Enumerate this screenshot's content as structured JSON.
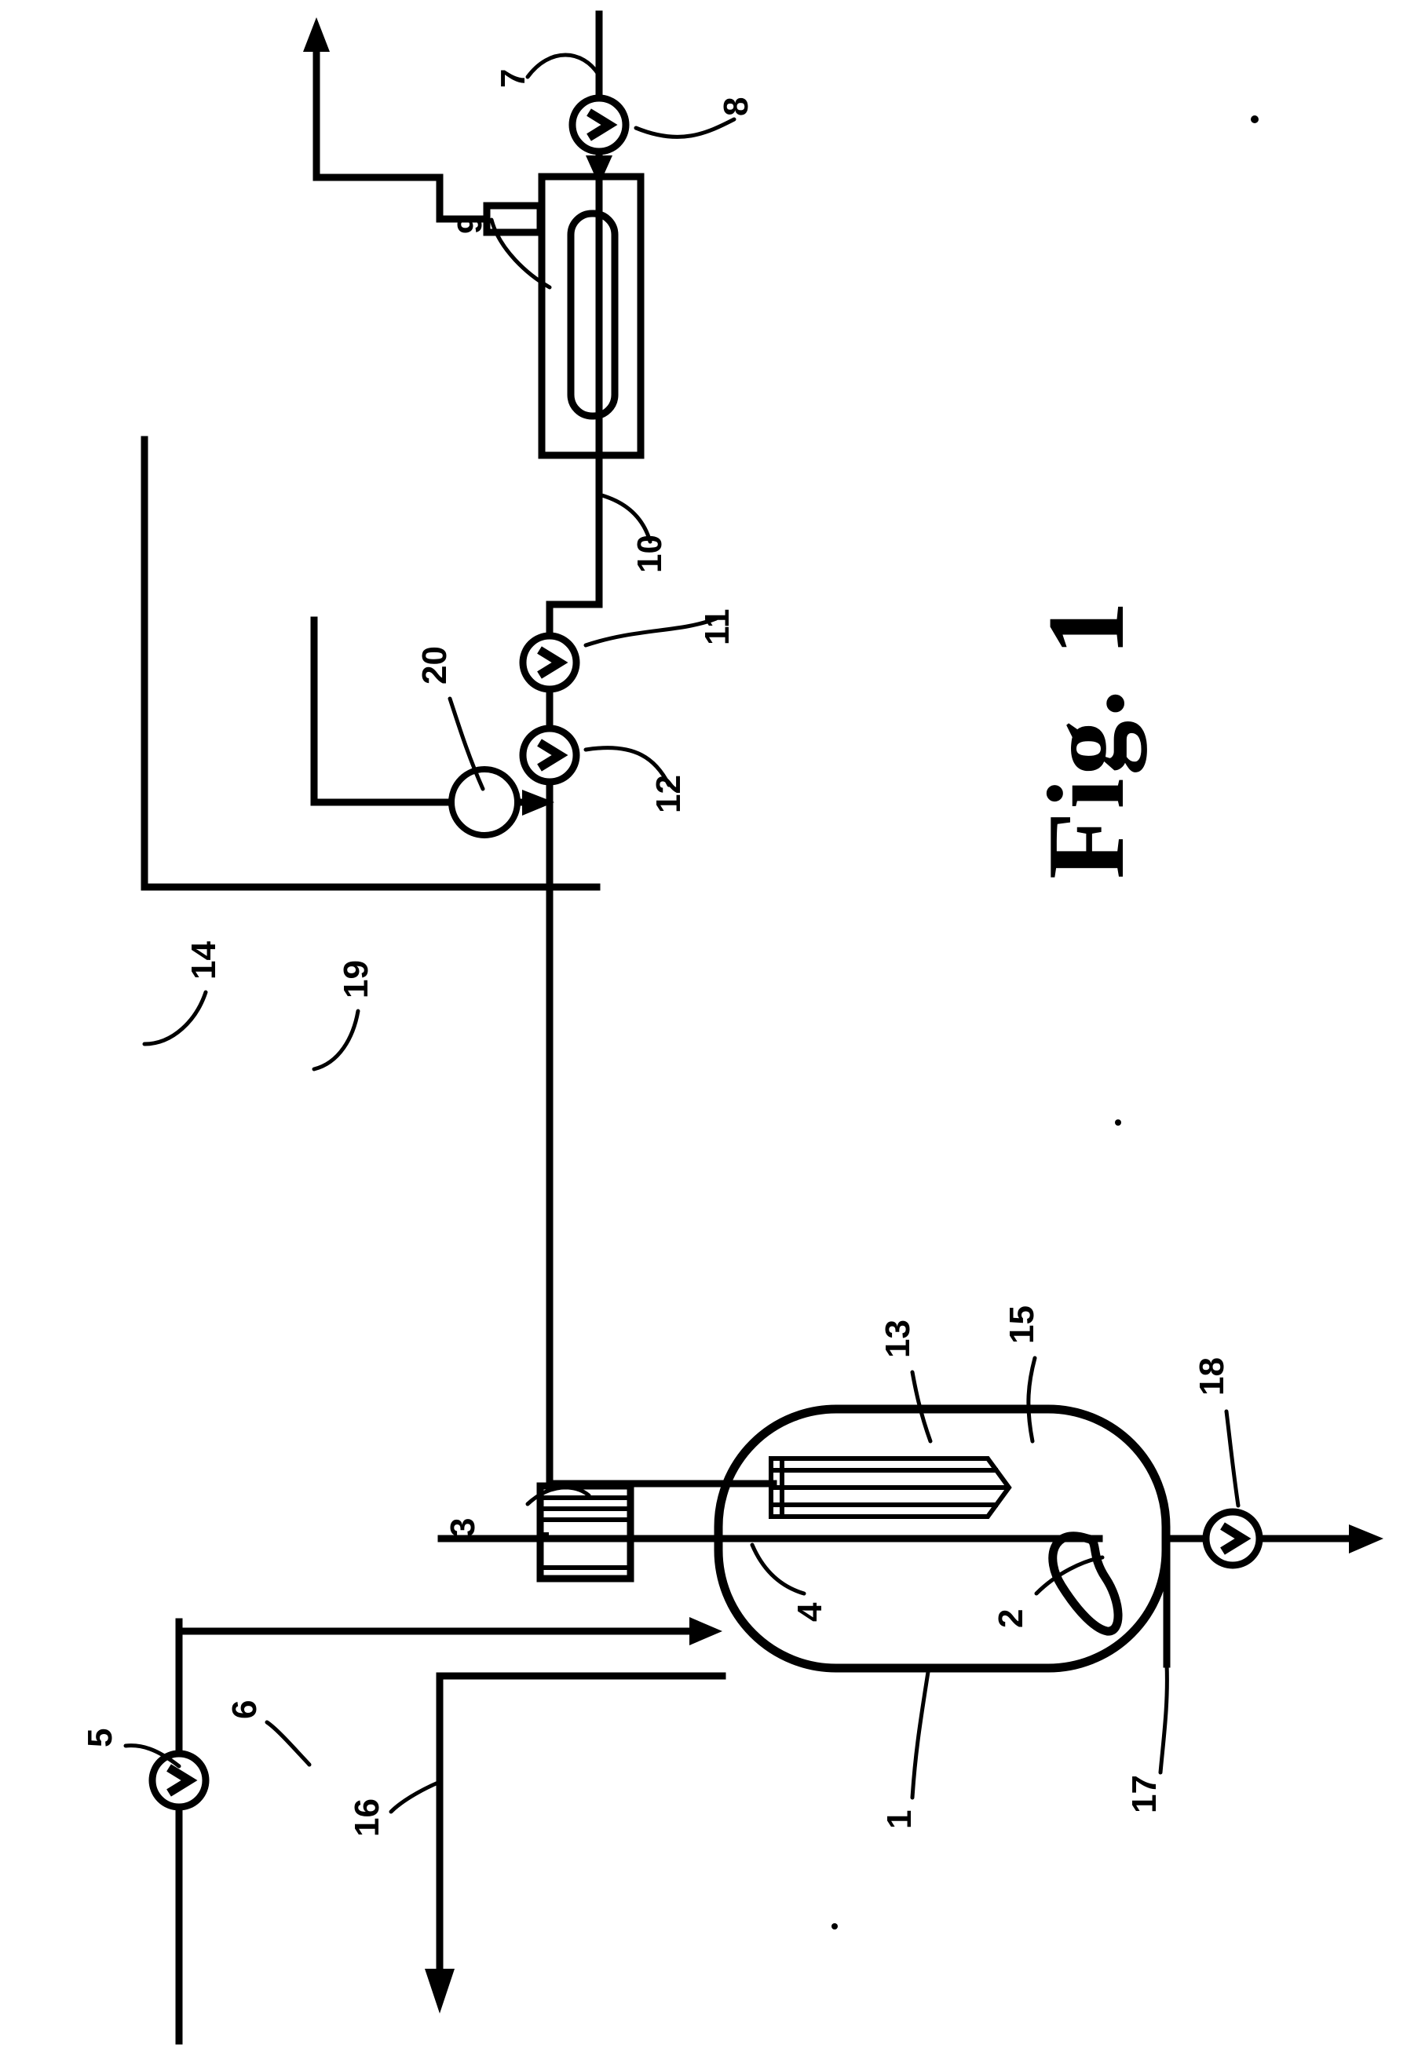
{
  "figure": {
    "caption": "Fig. 1",
    "orientation": "landscape-rotated-90cw",
    "type": "patent-process-flow-diagram",
    "ink_color": "#000000",
    "background_color": "#ffffff"
  },
  "reference_numerals": {
    "n1": "1",
    "n2": "2",
    "n3": "3",
    "n4": "4",
    "n5": "5",
    "n6": "6",
    "n7": "7",
    "n8": "8",
    "n9": "9",
    "n10": "10",
    "n11": "11",
    "n12": "12",
    "n13": "13",
    "n14": "14",
    "n15": "15",
    "n16": "16",
    "n17": "17",
    "n18": "18",
    "n19": "19",
    "n20": "20"
  },
  "components": [
    {
      "id": "1",
      "name": "reactor-vessel",
      "symbol": "rounded-rectangle-tank"
    },
    {
      "id": "2",
      "name": "impeller",
      "symbol": "bowtie-impeller-blade"
    },
    {
      "id": "3",
      "name": "agitator-drive-motor",
      "symbol": "striped-rectangle"
    },
    {
      "id": "4",
      "name": "agitator-shaft",
      "symbol": "horizontal-line"
    },
    {
      "id": "5",
      "name": "valve-5",
      "symbol": "circle-with-v"
    },
    {
      "id": "6",
      "name": "feed-line-6",
      "symbol": "pipe"
    },
    {
      "id": "7",
      "name": "line-7",
      "symbol": "pipe"
    },
    {
      "id": "8",
      "name": "valve-8",
      "symbol": "circle-with-v"
    },
    {
      "id": "9",
      "name": "heat-exchanger-inlet-nozzle",
      "symbol": "nozzle-stub"
    },
    {
      "id": "10",
      "name": "line-10",
      "symbol": "pipe"
    },
    {
      "id": "11",
      "name": "valve-11",
      "symbol": "circle-with-v"
    },
    {
      "id": "12",
      "name": "valve-12",
      "symbol": "circle-with-v"
    },
    {
      "id": "13",
      "name": "sparger-distributor",
      "symbol": "striped-lance"
    },
    {
      "id": "14",
      "name": "line-14",
      "symbol": "pipe"
    },
    {
      "id": "15",
      "name": "sparger-tip",
      "symbol": "arrow-tip"
    },
    {
      "id": "16",
      "name": "line-16",
      "symbol": "pipe-with-arrow"
    },
    {
      "id": "17",
      "name": "outlet-line-17",
      "symbol": "pipe"
    },
    {
      "id": "18",
      "name": "valve-18",
      "symbol": "circle-with-v"
    },
    {
      "id": "19",
      "name": "line-19",
      "symbol": "pipe"
    },
    {
      "id": "20",
      "name": "recirculation-pump",
      "symbol": "open-circle"
    },
    {
      "id": "HX",
      "name": "shell-and-tube-heat-exchanger",
      "symbol": "rectangle-with-inner-tube"
    }
  ],
  "valve_glyph": "V",
  "flow_arrows": [
    {
      "name": "vent-outlet-arrow",
      "direction": "up"
    },
    {
      "name": "hx-inlet-arrow",
      "direction": "down"
    },
    {
      "name": "pump-discharge-arrow",
      "direction": "right"
    },
    {
      "name": "feed-inlet-arrow",
      "direction": "right"
    },
    {
      "name": "line16-arrow",
      "direction": "down"
    },
    {
      "name": "product-outlet-arrow",
      "direction": "right"
    },
    {
      "name": "sparger-tip-arrow",
      "direction": "right"
    }
  ]
}
